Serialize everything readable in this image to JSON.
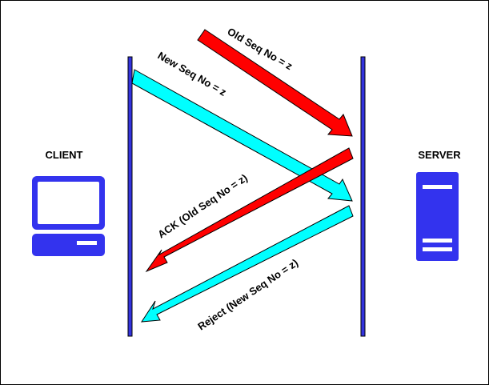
{
  "client": {
    "label": "CLIENT",
    "icon": "computer-icon"
  },
  "server": {
    "label": "SERVER",
    "icon": "server-icon"
  },
  "messages": [
    {
      "id": "old-seq",
      "label": "Old Seq No = z",
      "direction": "client-to-server",
      "color": "#ff0000"
    },
    {
      "id": "new-seq",
      "label": "New Seq No = z",
      "direction": "client-to-server",
      "color": "#00ffff"
    },
    {
      "id": "ack",
      "label": "ACK (Old Seq No = z)",
      "direction": "server-to-client",
      "color": "#ff0000"
    },
    {
      "id": "reject",
      "label": "Reject (New Seq No = z)",
      "direction": "server-to-client",
      "color": "#00ffff"
    }
  ],
  "colors": {
    "lifeline": "#3333dd",
    "device": "#3333ee",
    "arrow_stroke": "#000000",
    "frame": "#000000"
  }
}
